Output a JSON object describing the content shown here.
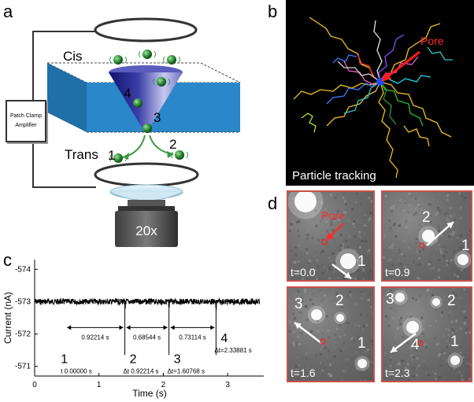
{
  "panels": {
    "a": {
      "letter": "a",
      "cis_label": "Cis",
      "trans_label": "Trans",
      "amplifier_line1": "Patch Clamp",
      "amplifier_line2": "Amplifier",
      "objective_label": "20x",
      "position_labels": [
        "1",
        "2",
        "3",
        "4"
      ]
    },
    "b": {
      "letter": "b",
      "pore_label": "Pore",
      "caption": "Particle tracking",
      "colors": {
        "background": "#000000",
        "pore_arrow": "#ff1a1a"
      }
    },
    "c": {
      "letter": "c",
      "chart_data": {
        "type": "line",
        "xlabel": "Time (s)",
        "ylabel": "Current (nA)",
        "xlim": [
          0,
          3.5
        ],
        "ylim": [
          -570.7,
          -574.3
        ],
        "xticks": [
          0,
          1,
          2,
          3
        ],
        "yticks": [
          -574,
          -573,
          -572,
          -571
        ],
        "baseline": -573.0,
        "blockade_times": [
          0.0,
          0.92214,
          1.60768,
          2.33881
        ],
        "intervals": [
          "0.92214 s",
          "0.68544 s",
          "0.73114 s"
        ],
        "events": [
          {
            "n": "1",
            "label": "t   0.00000 s"
          },
          {
            "n": "2",
            "label": "Δt  0.92214 s"
          },
          {
            "n": "3",
            "label": "Δt=1.60768 s"
          },
          {
            "n": "4",
            "label": "Δt=2.33881 s"
          }
        ]
      }
    },
    "d": {
      "letter": "d",
      "pore_label": "Pore",
      "frames": [
        {
          "time": "t=0.0",
          "labels": [
            "1"
          ]
        },
        {
          "time": "t=0.9",
          "labels": [
            "2",
            "1"
          ]
        },
        {
          "time": "t=1.6",
          "labels": [
            "3",
            "2",
            "1"
          ]
        },
        {
          "time": "t=2.3",
          "labels": [
            "3",
            "2",
            "4",
            "1"
          ]
        }
      ],
      "colors": {
        "frame_border": "#c9504a",
        "pore_dot": "#e03030"
      }
    }
  }
}
